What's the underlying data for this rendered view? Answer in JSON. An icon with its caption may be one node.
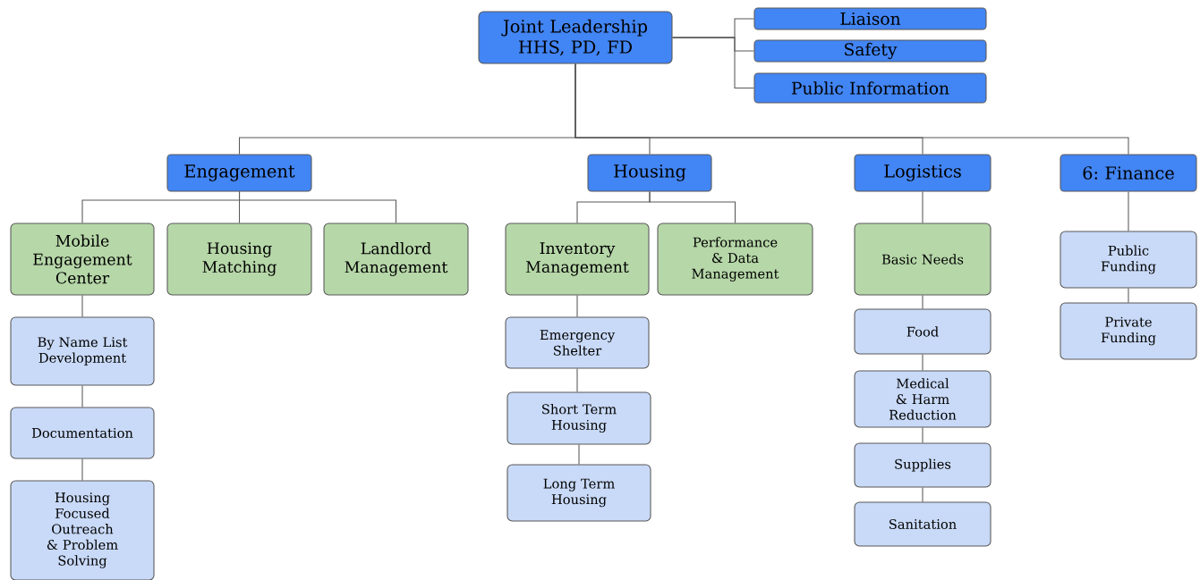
{
  "diagram": {
    "nodes": [
      {
        "text": [
          "Joint Leadership HHS, PD, FD"
        ]
      },
      {
        "text": [
          "Liaison"
        ]
      },
      {
        "text": [
          "Safety"
        ]
      },
      {
        "text": [
          "Public Information"
        ]
      },
      {
        "text": [
          "Engagement"
        ]
      },
      {
        "text": [
          "Housing"
        ]
      },
      {
        "text": [
          "Logistics"
        ]
      },
      {
        "text": [
          "6: Finance"
        ]
      },
      {
        "text": [
          "Mobile Engagement Center"
        ]
      },
      {
        "text": [
          "Housing Matching"
        ]
      },
      {
        "text": [
          "Landlord Management"
        ]
      },
      {
        "text": [
          "Inventory Management"
        ]
      },
      {
        "text": [
          "Performance & Data Management"
        ]
      },
      {
        "text": [
          "Basic Needs"
        ]
      },
      {
        "text": [
          "Public Funding"
        ]
      },
      {
        "text": [
          "Private Funding"
        ]
      },
      {
        "text": [
          "By Name List Development"
        ]
      },
      {
        "text": [
          "Documentation"
        ]
      },
      {
        "text": [
          "Housing Focused Outreach & Problem Solving"
        ]
      },
      {
        "text": [
          "Emergency Shelter"
        ]
      },
      {
        "text": [
          "Short Term Housing"
        ]
      },
      {
        "text": [
          "Long Term Housing"
        ]
      },
      {
        "text": [
          "Food"
        ]
      },
      {
        "text": [
          "Medical & Harm Reduction"
        ]
      },
      {
        "text": [
          "Supplies"
        ]
      },
      {
        "text": [
          "Sanitation"
        ]
      }
    ],
    "edges": [
      {
        "from": 0,
        "to": 1,
        "arrow": "none"
      },
      {
        "from": 0,
        "to": 2,
        "arrow": "none"
      },
      {
        "from": 0,
        "to": 3,
        "arrow": "none"
      },
      {
        "from": 0,
        "to": 4,
        "arrow": "none"
      },
      {
        "from": 0,
        "to": 5,
        "arrow": "none"
      },
      {
        "from": 0,
        "to": 6,
        "arrow": "none"
      },
      {
        "from": 0,
        "to": 7,
        "arrow": "none"
      },
      {
        "from": 4,
        "to": 8,
        "arrow": "none"
      },
      {
        "from": 4,
        "to": 9,
        "arrow": "none"
      },
      {
        "from": 4,
        "to": 10,
        "arrow": "none"
      },
      {
        "from": 5,
        "to": 11,
        "arrow": "none"
      },
      {
        "from": 5,
        "to": 12,
        "arrow": "none"
      },
      {
        "from": 6,
        "to": 13,
        "arrow": "none"
      },
      {
        "from": 7,
        "to": 14,
        "arrow": "none"
      },
      {
        "from": 14,
        "to": 15,
        "arrow": "none"
      },
      {
        "from": 8,
        "to": 16,
        "arrow": "none"
      },
      {
        "from": 16,
        "to": 17,
        "arrow": "none"
      },
      {
        "from": 17,
        "to": 18,
        "arrow": "none"
      },
      {
        "from": 11,
        "to": 19,
        "arrow": "none"
      },
      {
        "from": 19,
        "to": 20,
        "arrow": "none"
      },
      {
        "from": 20,
        "to": 21,
        "arrow": "none"
      },
      {
        "from": 13,
        "to": 22,
        "arrow": "none"
      },
      {
        "from": 22,
        "to": 23,
        "arrow": "none"
      },
      {
        "from": 23,
        "to": 24,
        "arrow": "none"
      },
      {
        "from": 24,
        "to": 25,
        "arrow": "none"
      }
    ]
  }
}
